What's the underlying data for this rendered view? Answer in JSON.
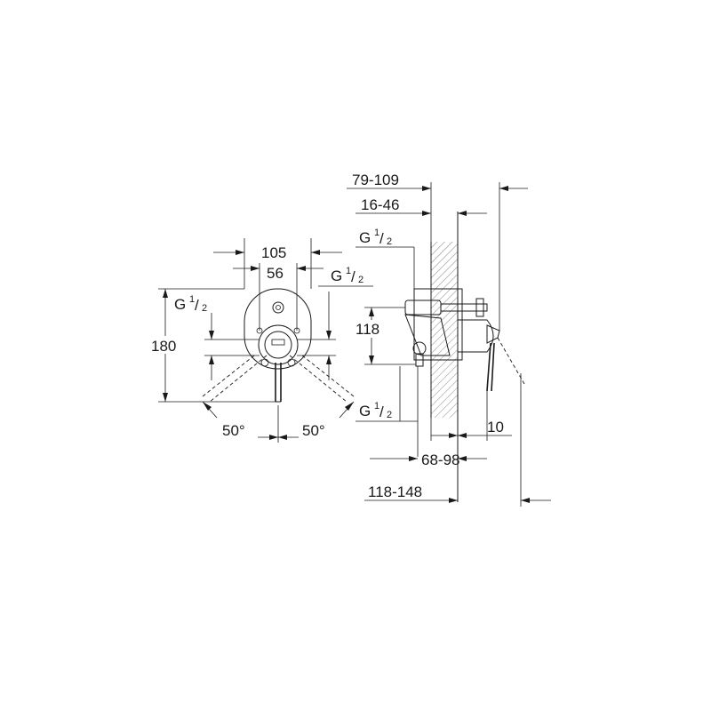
{
  "front_view": {
    "dim_width_outer": "105",
    "dim_width_inner": "56",
    "dim_height": "180",
    "thread_left": {
      "g": "G",
      "num": "1",
      "den": "2"
    },
    "thread_right": {
      "g": "G",
      "num": "1",
      "den": "2"
    },
    "angle_left": "50°",
    "angle_right": "50°"
  },
  "side_view": {
    "dim_total_range": "79-109",
    "dim_wall_range": "16-46",
    "dim_height": "118",
    "dim_projection": "10",
    "dim_depth_range": "68-98",
    "dim_overall_range": "118-148",
    "thread_top": {
      "g": "G",
      "num": "1",
      "den": "2"
    },
    "thread_bottom": {
      "g": "G",
      "num": "1",
      "den": "2"
    }
  }
}
